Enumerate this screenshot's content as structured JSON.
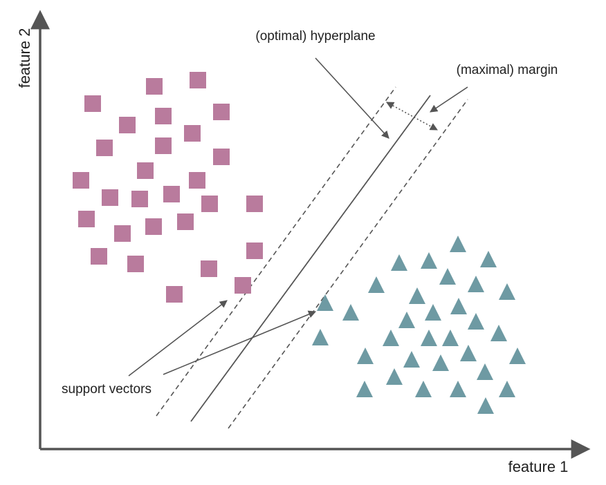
{
  "axes": {
    "x_label": "feature 1",
    "y_label": "feature 2"
  },
  "annotations": {
    "hyperplane": "(optimal) hyperplane",
    "margin": "(maximal) margin",
    "support_vectors": "support vectors"
  },
  "colors": {
    "class_square": "#b97b9d",
    "class_triangle": "#6e9aa3",
    "lines": "#555555",
    "axis": "#555555"
  },
  "legend": {
    "class_square_shape": "square",
    "class_triangle_shape": "triangle"
  }
}
